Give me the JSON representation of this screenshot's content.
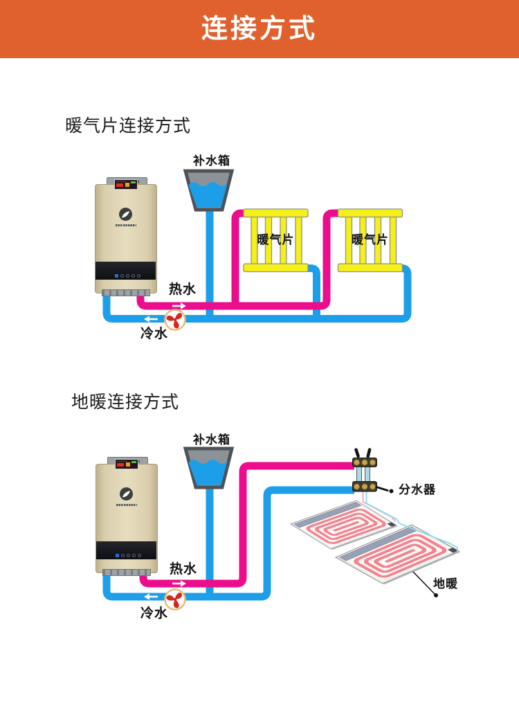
{
  "banner": {
    "title": "连接方式"
  },
  "colors": {
    "banner": "#E0612D",
    "hot": "#EB0D8C",
    "cold": "#1C9FE8",
    "radiator_yellow": "#F5F01A",
    "pump_red": "#D3281E",
    "pump_ring": "#E9BC77",
    "coil_pink": "#F2838F",
    "thin_cyan": "#8FDCEC",
    "thin_pink": "#F2A9BC"
  },
  "diagram1": {
    "title": "暖气片连接方式",
    "tank_label": "补水箱",
    "radiator_label": "暖气片",
    "hot_label": "热水",
    "cold_label": "冷水"
  },
  "diagram2": {
    "title": "地暖连接方式",
    "tank_label": "补水箱",
    "hot_label": "热水",
    "cold_label": "冷水",
    "manifold_label": "分水器",
    "floor_label": "地暖"
  }
}
